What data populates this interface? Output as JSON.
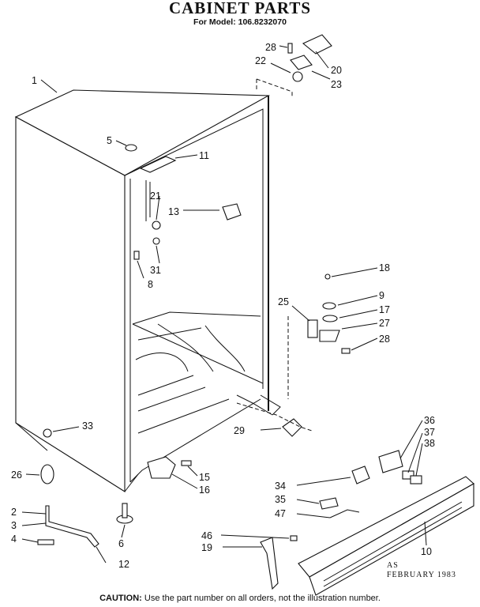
{
  "title": "CABINET PARTS",
  "subtitle": "For Model: 106.8232070",
  "stamp": {
    "line1": "AS",
    "line2": "FEBRUARY  1983"
  },
  "caution": {
    "label": "CAUTION:",
    "text": "Use the part number on all orders, not the illustration number."
  },
  "callouts": {
    "c1": "1",
    "c2": "2",
    "c3": "3",
    "c4": "4",
    "c5": "5",
    "c6": "6",
    "c8": "8",
    "c9": "9",
    "c10": "10",
    "c11": "11",
    "c12": "12",
    "c13": "13",
    "c15": "15",
    "c16": "16",
    "c17": "17",
    "c18": "18",
    "c19": "19",
    "c20": "20",
    "c21": "21",
    "c22": "22",
    "c23": "23",
    "c25": "25",
    "c26": "26",
    "c27": "27",
    "c28a": "28",
    "c28b": "28",
    "c29": "29",
    "c31": "31",
    "c33": "33",
    "c34": "34",
    "c35": "35",
    "c36": "36",
    "c37": "37",
    "c38": "38",
    "c46": "46",
    "c47": "47"
  }
}
